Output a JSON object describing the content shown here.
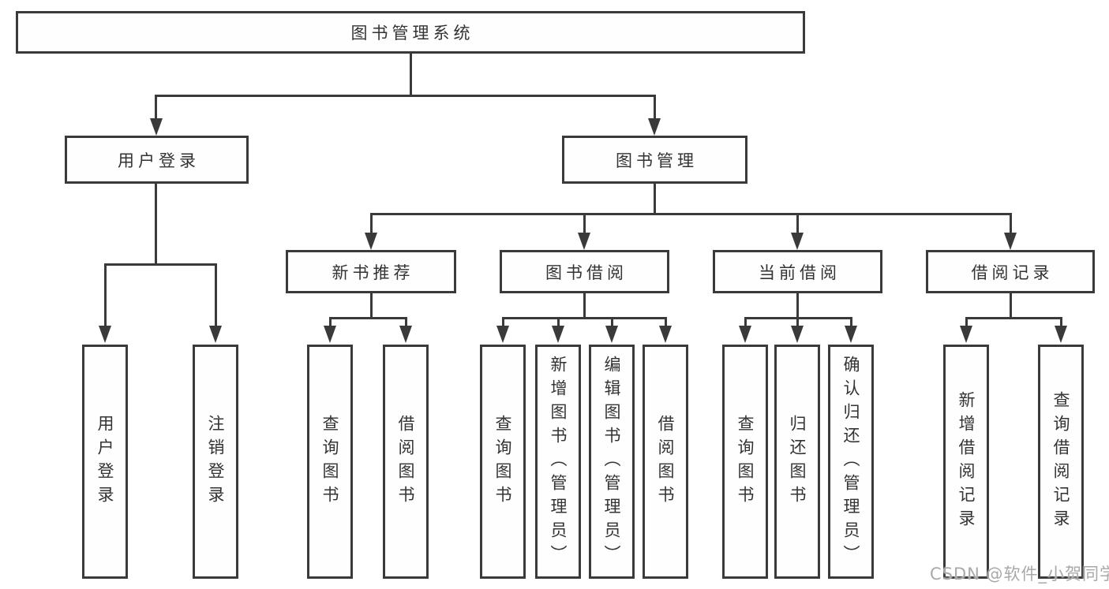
{
  "tree": {
    "root": {
      "label": "图书管理系统"
    },
    "level2": [
      {
        "name": "user-login",
        "label": "用户登录",
        "leaves": [
          "用户登录",
          "注销登录"
        ]
      },
      {
        "name": "book-management",
        "label": "图书管理",
        "sections": [
          {
            "name": "new-book-recommend",
            "label": "新书推荐",
            "leaves": [
              "查询图书",
              "借阅图书"
            ]
          },
          {
            "name": "book-borrowing",
            "label": "图书借阅",
            "leaves": [
              "查询图书",
              "新增图书（管理员）",
              "编辑图书（管理员）",
              "借阅图书"
            ]
          },
          {
            "name": "current-borrowing",
            "label": "当前借阅",
            "leaves": [
              "查询图书",
              "归还图书",
              "确认归还（管理员）"
            ]
          },
          {
            "name": "borrow-records",
            "label": "借阅记录",
            "leaves": [
              "新增借阅记录",
              "查询借阅记录"
            ]
          }
        ]
      }
    ]
  },
  "icons": {
    "arrow_down": "solid triangle pointing down (css shape)"
  },
  "colors": {
    "line": "#3a3a3a",
    "text": "#333333",
    "watermark": "#a9a9a9",
    "background": "#ffffff"
  },
  "watermark": {
    "text": "CSDN @软件_小贺同学"
  }
}
